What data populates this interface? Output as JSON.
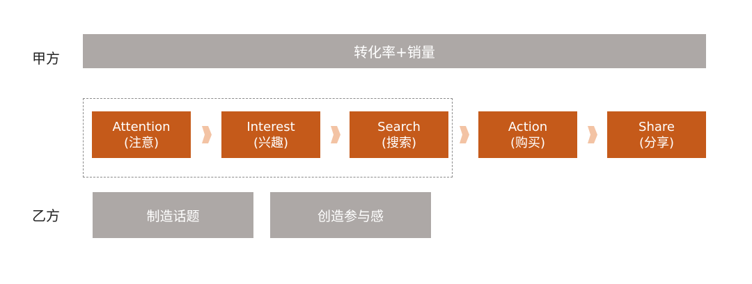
{
  "side_labels": {
    "party_a": "甲方",
    "party_b": "乙方"
  },
  "top_bar": {
    "text": "转化率+销量"
  },
  "stages": [
    {
      "en": "Attention",
      "zh": "(注意)"
    },
    {
      "en": "Interest",
      "zh": "(兴趣)"
    },
    {
      "en": "Search",
      "zh": "(搜索)"
    },
    {
      "en": "Action",
      "zh": "(购买)"
    },
    {
      "en": "Share",
      "zh": "(分享)"
    }
  ],
  "bottom_boxes": [
    {
      "text": "制造话题"
    },
    {
      "text": "创造参与感"
    }
  ],
  "colors": {
    "stage_fill": "#c55a1a",
    "gray_fill": "#ada8a6",
    "arrow_fill": "#f3c3a4",
    "dashed_border": "#8a8a8a"
  }
}
